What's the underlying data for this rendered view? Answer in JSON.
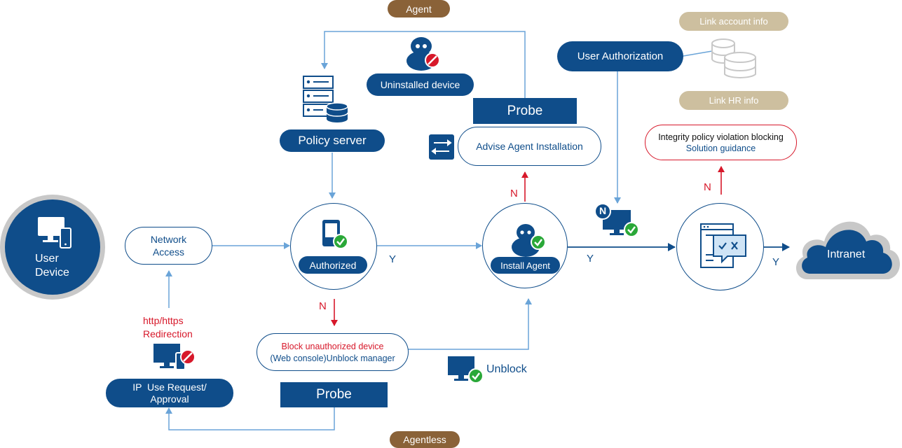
{
  "labels": {
    "agent": "Agent",
    "agentless": "Agentless",
    "link_account_info": "Link account info",
    "link_hr_info": "Link HR info",
    "user_authorization": "User Authorization",
    "uninstalled_device": "Uninstalled device",
    "policy_server": "Policy server",
    "probe_top": "Probe",
    "probe_bottom": "Probe",
    "advise_agent_installation": "Advise Agent Installation",
    "integrity_line1": "Integrity policy violation blocking",
    "integrity_line2": "Solution guidance",
    "user_device_line1": "User",
    "user_device_line2": "Device",
    "network_access_line1": "Network",
    "network_access_line2": "Access",
    "authorized": "Authorized",
    "install_agent": "Install Agent",
    "intranet": "Intranet",
    "block_line1": "Block unauthorized device",
    "block_line2": "(Web console)Unblock manager",
    "unblock": "Unblock",
    "redirection_line1": "http/https",
    "redirection_line2": "Redirection",
    "ip_request_line1": "IP  Use Request/",
    "ip_request_line2": "Approval",
    "y_authorized": "Y",
    "y_install": "Y",
    "y_integrity": "Y",
    "n_authorized": "N",
    "n_install": "N",
    "n_integrity": "N",
    "n_badge": "N"
  },
  "colors": {
    "navy": "#0f4d8a",
    "light_blue": "#6aa4d8",
    "red": "#d7182a",
    "green": "#2aa838",
    "brown": "#8a6238",
    "tan": "#cdbf9f",
    "gray": "#c8c8c8"
  },
  "icons": [
    "monitor-phone-icon",
    "server-database-icon",
    "agent-mascot-blocked-icon",
    "switch-icon",
    "database-icon",
    "phone-check-icon",
    "agent-mascot-check-icon",
    "monitor-check-icon",
    "n-badge-icon",
    "policy-window-icon",
    "monitor-blocked-icon",
    "cloud-icon"
  ]
}
